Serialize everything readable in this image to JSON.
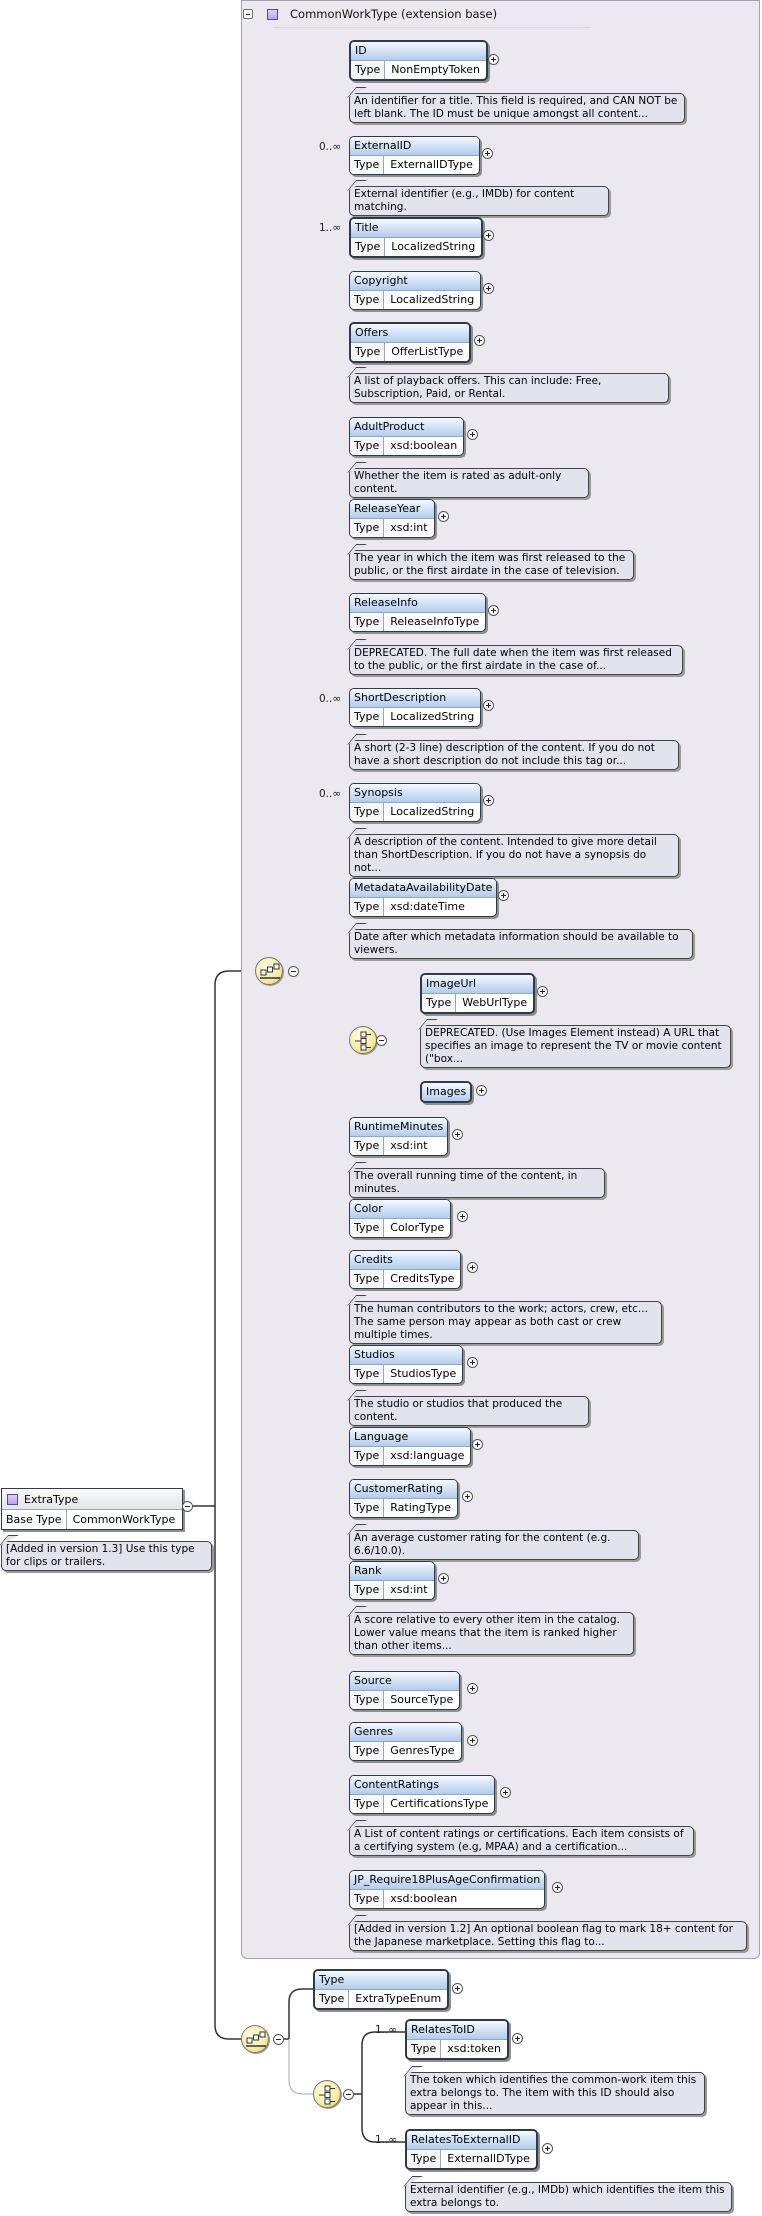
{
  "extension": {
    "title": "CommonWorkType (extension base)"
  },
  "type_key": "Type",
  "root": {
    "name": "ExtraType",
    "base_key": "Base Type",
    "base_value": "CommonWorkType",
    "note": "[Added in version 1.3] Use this type for clips or trailers."
  },
  "elements": {
    "id": {
      "name": "ID",
      "type": "NonEmptyToken",
      "note": "An identifier for a title. This field is required, and CAN NOT be left blank. The ID must be unique amongst all content..."
    },
    "externalid": {
      "name": "ExternalID",
      "type": "ExternalIDType",
      "mult": "0..∞",
      "note": "External identifier (e.g., IMDb) for content matching."
    },
    "title": {
      "name": "Title",
      "type": "LocalizedString",
      "mult": "1..∞"
    },
    "copyright": {
      "name": "Copyright",
      "type": "LocalizedString"
    },
    "offers": {
      "name": "Offers",
      "type": "OfferListType",
      "note": "A list of playback offers. This can include: Free, Subscription, Paid, or Rental."
    },
    "adultproduct": {
      "name": "AdultProduct",
      "type": "xsd:boolean",
      "note": "Whether the item is rated as adult-only content."
    },
    "releaseyear": {
      "name": "ReleaseYear",
      "type": "xsd:int",
      "note": "The year in which the item was first released to the public, or the first airdate in the case of television."
    },
    "releaseinfo": {
      "name": "ReleaseInfo",
      "type": "ReleaseInfoType",
      "note": "DEPRECATED. The full date when the item was first released to the public, or the first airdate in the case of..."
    },
    "shortdescription": {
      "name": "ShortDescription",
      "type": "LocalizedString",
      "mult": "0..∞",
      "note": "A short (2-3 line) description of the content. If you do not have a short description do not include this tag or..."
    },
    "synopsis": {
      "name": "Synopsis",
      "type": "LocalizedString",
      "mult": "0..∞",
      "note": "A description of the content. Intended to give more detail than ShortDescription. If you do not have a synopsis do not..."
    },
    "metadata": {
      "name": "MetadataAvailabilityDate",
      "type": "xsd:dateTime",
      "note": "Date after which metadata information should be available to viewers."
    },
    "imageurl": {
      "name": "ImageUrl",
      "type": "WebUrlType",
      "note": "DEPRECATED. (Use Images Element instead) A URL that specifies an image to represent the TV or movie content (\"box..."
    },
    "images": {
      "name": "Images"
    },
    "runtime": {
      "name": "RuntimeMinutes",
      "type": "xsd:int",
      "note": "The overall running time of the content, in minutes."
    },
    "color": {
      "name": "Color",
      "type": "ColorType"
    },
    "credits": {
      "name": "Credits",
      "type": "CreditsType",
      "note": "The human contributors to the work; actors, crew, etc... The same person may appear as both cast or crew multiple times."
    },
    "studios": {
      "name": "Studios",
      "type": "StudiosType",
      "note": "The studio or studios that produced the content."
    },
    "language": {
      "name": "Language",
      "type": "xsd:language"
    },
    "customerrating": {
      "name": "CustomerRating",
      "type": "RatingType",
      "note": "An average customer rating for the content (e.g. 6.6/10.0)."
    },
    "rank": {
      "name": "Rank",
      "type": "xsd:int",
      "note": "A score relative to every other item in the catalog. Lower value means that the item is ranked higher than other items..."
    },
    "source": {
      "name": "Source",
      "type": "SourceType"
    },
    "genres": {
      "name": "Genres",
      "type": "GenresType"
    },
    "contentratings": {
      "name": "ContentRatings",
      "type": "CertificationsType",
      "note": "A List of content ratings or certifications. Each item consists of a certifying system (e.g, MPAA) and a certification..."
    },
    "jp": {
      "name": "JP_Require18PlusAgeConfirmation",
      "type": "xsd:boolean",
      "note": "[Added in version 1.2] An optional boolean flag to mark 18+ content for the Japanese marketplace. Setting this flag to..."
    },
    "type": {
      "name": "Type",
      "type": "ExtraTypeEnum"
    },
    "relatestoid": {
      "name": "RelatesToID",
      "type": "xsd:token",
      "mult": "1..∞",
      "note": "The token which identifies the common-work item this extra belongs to. The item with this ID should also appear in this..."
    },
    "relatestoexternalid": {
      "name": "RelatesToExternalID",
      "type": "ExternalIDType",
      "mult": "1..∞",
      "note": "External identifier (e.g., IMDb) which identifies the item this extra belongs to."
    }
  }
}
